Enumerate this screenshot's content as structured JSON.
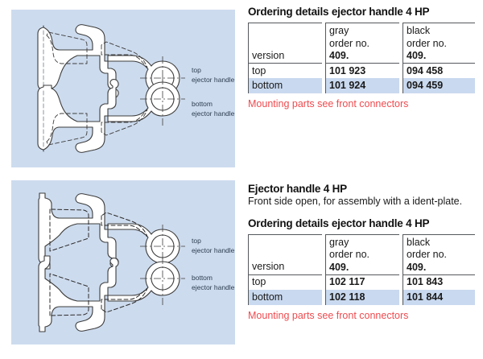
{
  "sections": [
    {
      "id": "top",
      "figure": {
        "label_top_line1": "top",
        "label_top_line2": "ejector handle",
        "label_bottom_line1": "bottom",
        "label_bottom_line2": "ejector handle",
        "panel_color": "#cddbee",
        "variant": "closed-front"
      },
      "heading": "Ordering details ejector handle 4 HP",
      "subtitle": "",
      "table": {
        "col1_header": "version",
        "col2_header_line1": "gray",
        "col2_header_line2": "order no.",
        "col2_header_line3": "409.",
        "col3_header_line1": "black",
        "col3_header_line2": "order no.",
        "col3_header_line3": "409.",
        "rows": [
          {
            "version": "top",
            "gray": "101 923",
            "black": "094 458",
            "highlight": false
          },
          {
            "version": "bottom",
            "gray": "101 924",
            "black": "094 459",
            "highlight": true
          }
        ]
      },
      "note": "Mounting parts see front connectors"
    },
    {
      "id": "bottom",
      "figure": {
        "label_top_line1": "top",
        "label_top_line2": "ejector handle",
        "label_bottom_line1": "bottom",
        "label_bottom_line2": "ejector handle",
        "panel_color": "#cddbee",
        "variant": "open-front"
      },
      "heading_main": "Ejector handle 4 HP",
      "subtitle": "Front side open, for assembly with a ident-plate.",
      "heading": "Ordering details ejector handle 4 HP",
      "table": {
        "col1_header": "version",
        "col2_header_line1": "gray",
        "col2_header_line2": "order no.",
        "col2_header_line3": "409.",
        "col3_header_line1": "black",
        "col3_header_line2": "order no.",
        "col3_header_line3": "409.",
        "rows": [
          {
            "version": "top",
            "gray": "102 117",
            "black": "101 843",
            "highlight": false
          },
          {
            "version": "bottom",
            "gray": "102 118",
            "black": "101 844",
            "highlight": true
          }
        ]
      },
      "note": "Mounting parts see front connectors"
    }
  ],
  "colors": {
    "panel_blue": "#cddbee",
    "highlight_blue": "#c9d9ef",
    "note_red": "#ef4b4f",
    "rule_gray": "#55585c"
  }
}
